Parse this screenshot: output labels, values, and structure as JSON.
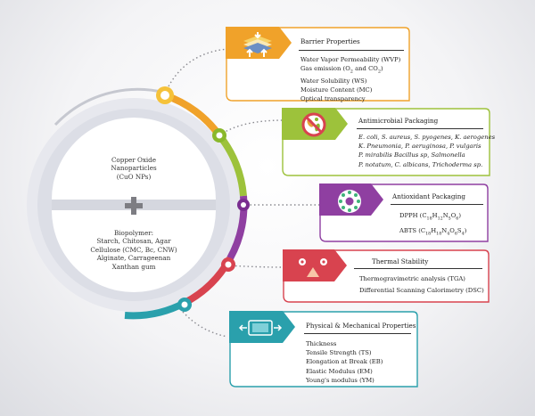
{
  "center": {
    "top_lines": [
      "Copper Oxide",
      "Nanoparticles",
      "(CuO NPs)"
    ],
    "plus_symbol": "+",
    "bottom_lines": [
      "Biopolymer:",
      "Starch, Chitosan, Agar",
      "Cellulose (CMC, Bc, CNW)",
      "Alginate, Carrageenan",
      "Xanthan gum"
    ]
  },
  "panels": [
    {
      "title": "Barrier Properties",
      "color": "#f0a22a",
      "items": [
        "Water Vapor Permeability (WVP)",
        "Gas emission (O2 and CO2)",
        "Water Solubility (WS)",
        "Moisture Content (MC)",
        "Optical transparency"
      ]
    },
    {
      "title": "Antimicrobial Packaging",
      "color": "#9dc23b",
      "items": [
        "E. coli, S. aureus, S. pyogenes, K. aerogenes",
        "K. Pneumonia, P. aeruginosa, P. vulgaris",
        "P. mirabilis Bacillus sp, Salmonella",
        "P. notatum, C. albicans, Trichoderma sp."
      ]
    },
    {
      "title": "Antioxidant Packaging",
      "color": "#8f3fa1",
      "items": [
        "DPPH (C18H12N5O6)",
        "ABTS (C18H18N4O6S4)"
      ]
    },
    {
      "title": "Thermal Stability",
      "color": "#d8434f",
      "items": [
        "Thermogravimetric analysis (TGA)",
        "Differential Scanning Calorimetry (DSC)"
      ]
    },
    {
      "title": "Physical & Mechanical Properties",
      "color": "#2aa0ac",
      "items": [
        "Thickness",
        "Tensile Strength (TS)",
        "Elongation at Break (EB)",
        "Elastic Modulus (EM)",
        "Young's modulus (YM)"
      ]
    }
  ],
  "icons": [
    "layers-arrows-icon",
    "no-bacteria-icon",
    "molecule-icon",
    "thermometer-face-icon",
    "stretch-material-icon"
  ]
}
